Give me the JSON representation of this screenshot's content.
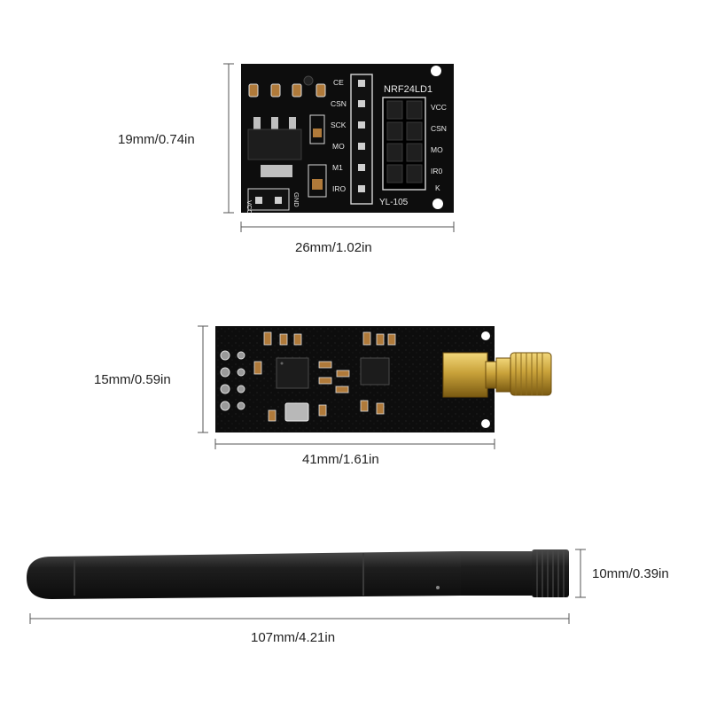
{
  "adapter_board": {
    "silkscreen": {
      "chip_name": "NRF24LD1",
      "model": "YL-105",
      "left_pins": [
        "CE",
        "CSN",
        "SCK",
        "MO",
        "M1",
        "IRO"
      ],
      "right_pins": [
        "VCC",
        "CSN",
        "MO",
        "IR0",
        "K"
      ],
      "power_vcc": "VCC",
      "power_gnd": "GND"
    },
    "height_label": "19mm/0.74in",
    "width_label": "26mm/1.02in"
  },
  "radio_module": {
    "height_label": "15mm/0.59in",
    "width_label": "41mm/1.61in"
  },
  "antenna": {
    "height_label": "10mm/0.39in",
    "length_label": "107mm/4.21in"
  },
  "colors": {
    "pcb": "#0d0d0d",
    "silkscreen": "#e8e8e8",
    "sma_gold": "#c9a23a",
    "antenna_body": "#1c1c1c",
    "dimension_line": "#555555"
  }
}
